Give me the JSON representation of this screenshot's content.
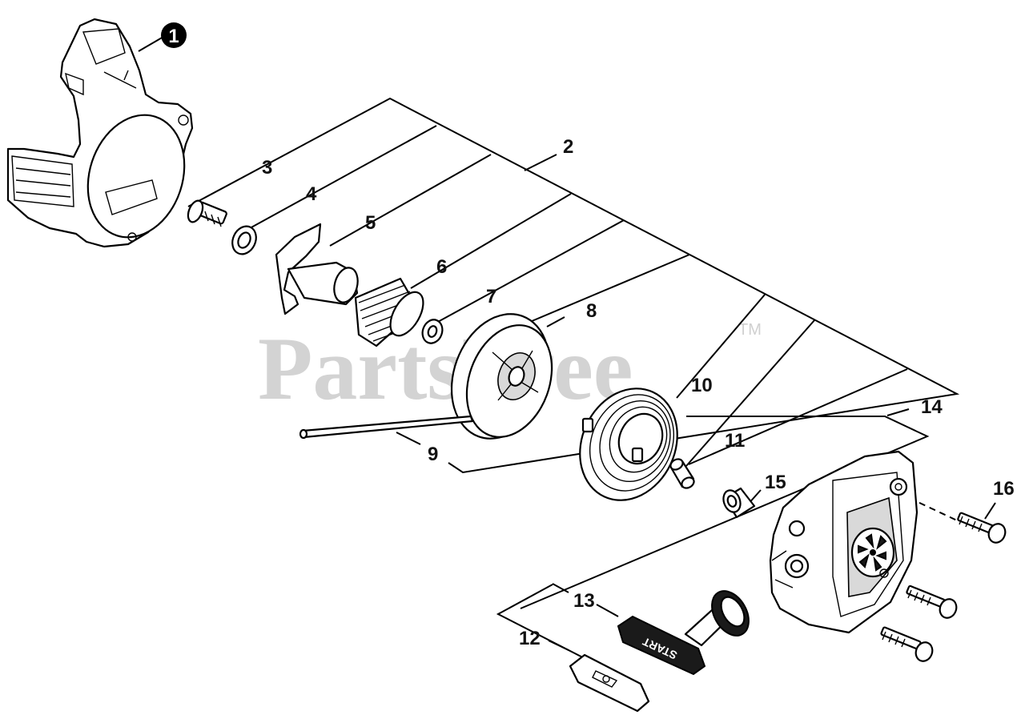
{
  "watermark": {
    "brand": "PartsTree",
    "trademark": "TM"
  },
  "callouts": {
    "c1": "1",
    "c2": "2",
    "c3": "3",
    "c4": "4",
    "c5": "5",
    "c6": "6",
    "c7": "7",
    "c8": "8",
    "c9": "9",
    "c10": "10",
    "c11": "11",
    "c12": "12",
    "c13": "13",
    "c14": "14",
    "c15": "15",
    "c16": "16"
  },
  "handle_text": "START"
}
